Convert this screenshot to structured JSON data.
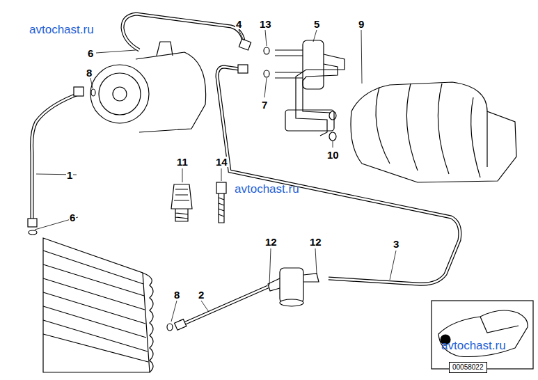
{
  "diagram": {
    "nodes": [
      {
        "text": [
          "00058022"
        ]
      }
    ],
    "labels": [
      "avtochast.ru",
      "4",
      "13",
      "5",
      "9",
      "6",
      "8",
      "7",
      "10",
      "1",
      "11",
      "14",
      "avtochast.ru",
      "6",
      "12",
      "12",
      "3",
      "2",
      "8",
      "avtochast.ru"
    ]
  }
}
